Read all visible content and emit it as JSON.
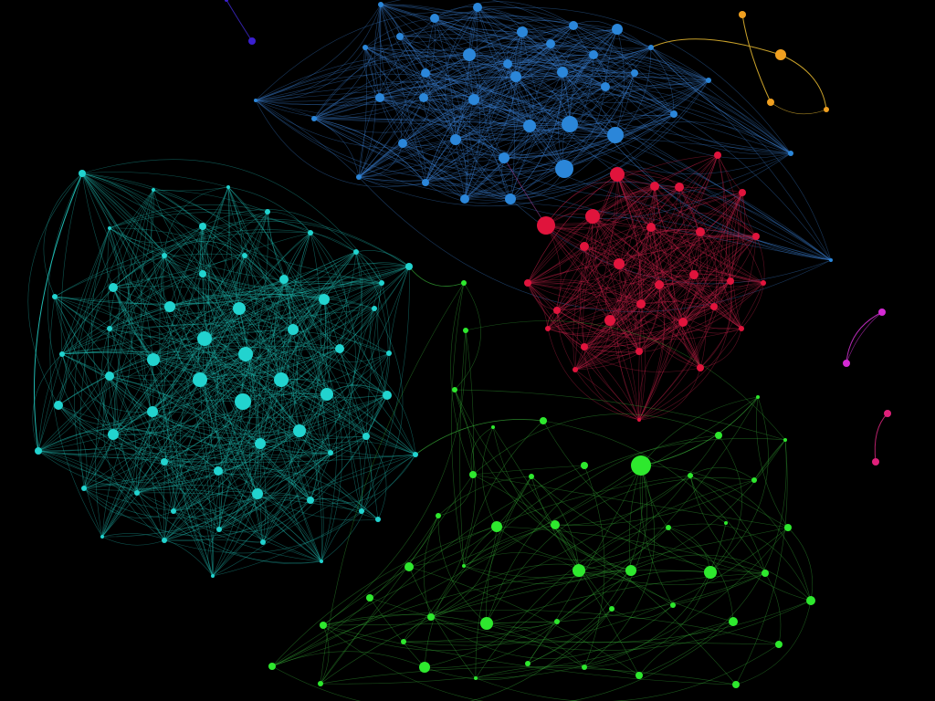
{
  "background": "#000000",
  "clusters": [
    {
      "id": "cyan-cluster",
      "color": "#22d3cf",
      "edge_color": "#1fb8b0",
      "region": "left",
      "edges": 520
    },
    {
      "id": "blue-cluster",
      "color": "#2b86d9",
      "edge_color": "#3a7fd0",
      "region": "top-center",
      "edges": 420
    },
    {
      "id": "red-cluster",
      "color": "#e0143c",
      "edge_color": "#c8224a",
      "region": "center-right",
      "edges": 300
    },
    {
      "id": "green-cluster",
      "color": "#2ee82e",
      "edge_color": "#3ab83a",
      "region": "bottom-center",
      "edges": 140
    },
    {
      "id": "orange-cluster",
      "color": "#f0a020",
      "edge_color": "#c9a12a",
      "region": "top-right",
      "edges": 3
    },
    {
      "id": "magenta-pair",
      "color": "#d42ad4",
      "edge_color": "#b52ab5",
      "region": "right",
      "edges": 1
    },
    {
      "id": "pink-pair",
      "color": "#e0207a",
      "edge_color": "#b8206a",
      "region": "right",
      "edges": 1
    },
    {
      "id": "indigo-pair",
      "color": "#3a1fd0",
      "edge_color": "#3322aa",
      "region": "top-left",
      "edges": 1
    }
  ]
}
